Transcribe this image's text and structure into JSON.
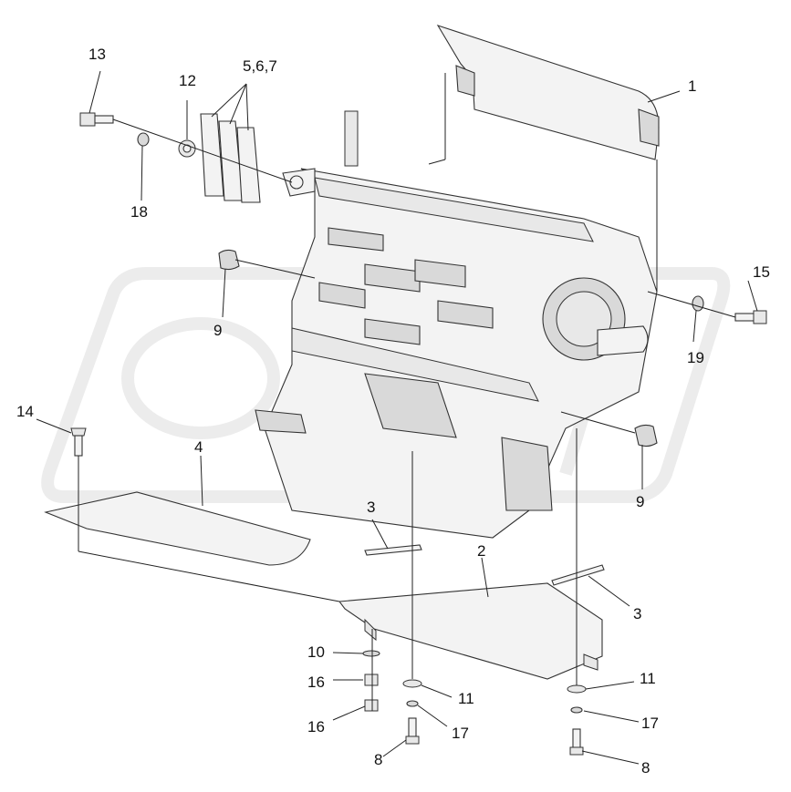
{
  "diagram": {
    "callouts": [
      {
        "id": "c1",
        "text": "1"
      },
      {
        "id": "c2",
        "text": "2"
      },
      {
        "id": "c3a",
        "text": "3"
      },
      {
        "id": "c3b",
        "text": "3"
      },
      {
        "id": "c4",
        "text": "4"
      },
      {
        "id": "c567",
        "text": "5,6,7"
      },
      {
        "id": "c8a",
        "text": "8"
      },
      {
        "id": "c8b",
        "text": "8"
      },
      {
        "id": "c9a",
        "text": "9"
      },
      {
        "id": "c9b",
        "text": "9"
      },
      {
        "id": "c10",
        "text": "10"
      },
      {
        "id": "c11a",
        "text": "11"
      },
      {
        "id": "c11b",
        "text": "11"
      },
      {
        "id": "c12",
        "text": "12"
      },
      {
        "id": "c13",
        "text": "13"
      },
      {
        "id": "c14",
        "text": "14"
      },
      {
        "id": "c15",
        "text": "15"
      },
      {
        "id": "c16a",
        "text": "16"
      },
      {
        "id": "c16b",
        "text": "16"
      },
      {
        "id": "c17a",
        "text": "17"
      },
      {
        "id": "c17b",
        "text": "17"
      },
      {
        "id": "c18",
        "text": "18"
      },
      {
        "id": "c19",
        "text": "19"
      }
    ]
  }
}
